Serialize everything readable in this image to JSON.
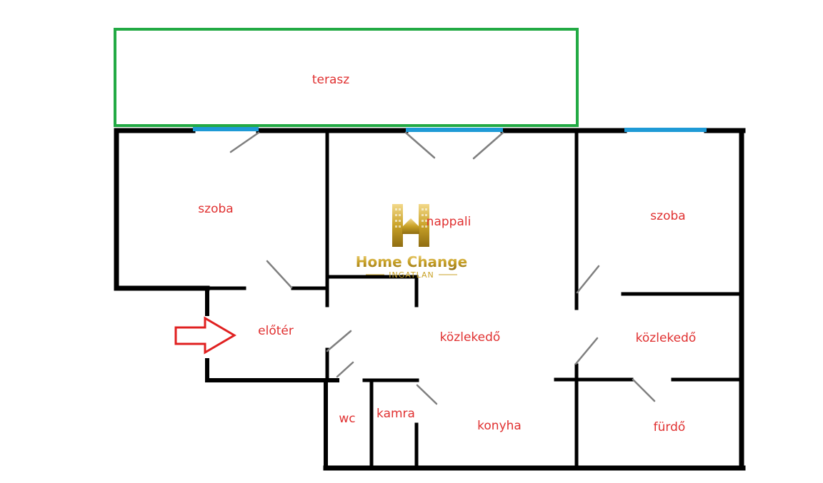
{
  "rooms": {
    "terasz": "terasz",
    "szoba_left": "szoba",
    "nappali": "nappali",
    "szoba_right": "szoba",
    "eloter": "előtér",
    "kozlekedo_center": "közlekedő",
    "kozlekedo_right": "közlekedő",
    "wc": "wc",
    "kamra": "kamra",
    "konyha": "konyha",
    "furdo": "fürdő"
  },
  "logo": {
    "name": "Home Change",
    "sub": "INGATLAN"
  },
  "colors": {
    "wall": "#000000",
    "terrace_border": "#22aa44",
    "window": "#1e9ad6",
    "door_leaf": "#7f7f7f",
    "label": "#e03030",
    "entrance_arrow": "#e02020",
    "logo_gold": "#c9a227"
  },
  "icons": {
    "entrance": "arrow-right-icon",
    "logo": "building-h-icon"
  }
}
